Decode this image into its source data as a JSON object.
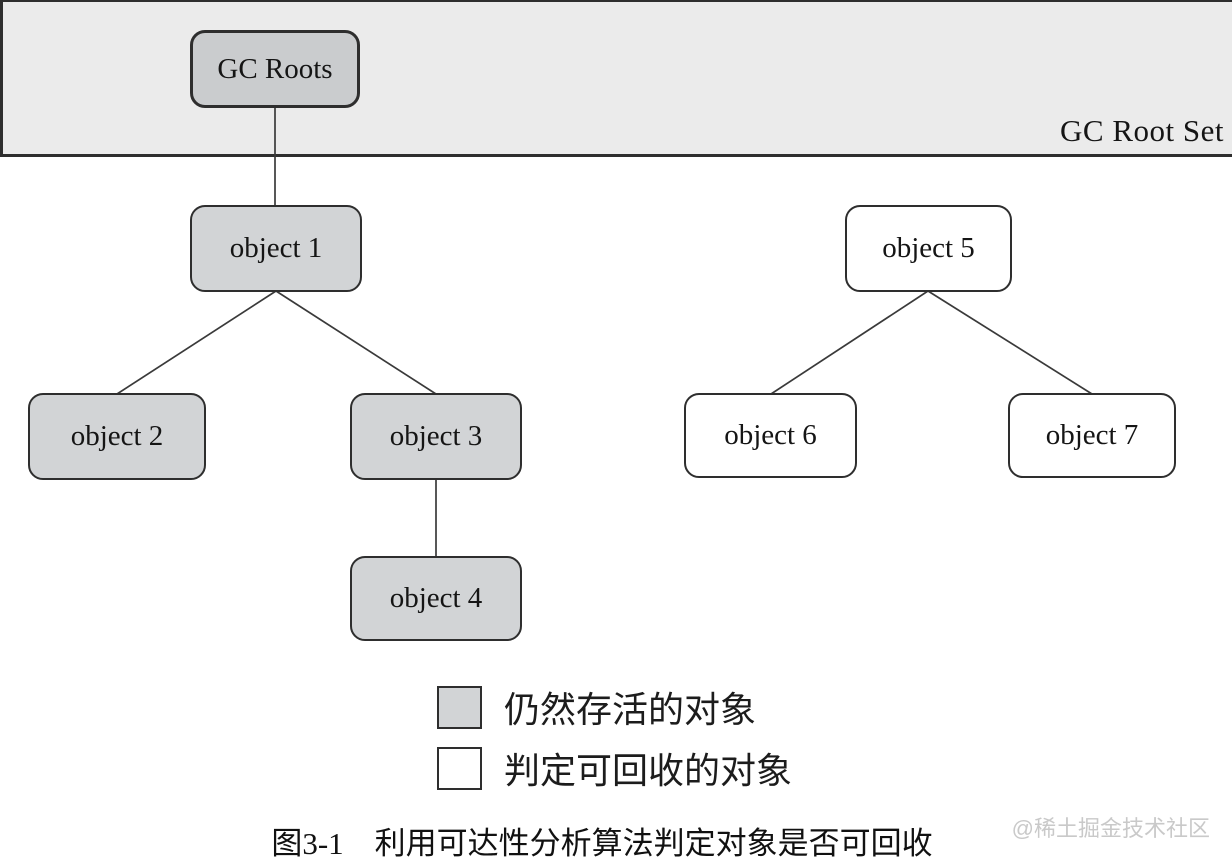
{
  "band": {
    "label": "GC Root Set"
  },
  "nodes": {
    "gc_roots": {
      "label": "GC Roots",
      "status": "root"
    },
    "object1": {
      "label": "object 1",
      "status": "alive"
    },
    "object2": {
      "label": "object 2",
      "status": "alive"
    },
    "object3": {
      "label": "object 3",
      "status": "alive"
    },
    "object4": {
      "label": "object 4",
      "status": "alive"
    },
    "object5": {
      "label": "object 5",
      "status": "recyclable"
    },
    "object6": {
      "label": "object 6",
      "status": "recyclable"
    },
    "object7": {
      "label": "object 7",
      "status": "recyclable"
    }
  },
  "edges": [
    [
      "GC Roots",
      "object 1"
    ],
    [
      "object 1",
      "object 2"
    ],
    [
      "object 1",
      "object 3"
    ],
    [
      "object 3",
      "object 4"
    ],
    [
      "object 5",
      "object 6"
    ],
    [
      "object 5",
      "object 7"
    ]
  ],
  "legend": {
    "alive_label": "仍然存活的对象",
    "recyclable_label": "判定可回收的对象"
  },
  "caption": "图3-1　利用可达性分析算法判定对象是否可回收",
  "watermark": "@稀土掘金技术社区",
  "colors": {
    "band_bg": "#ebebeb",
    "root_fill": "#caccce",
    "alive_fill": "#d2d4d6",
    "recyclable_fill": "#ffffff",
    "border": "#2e2e2e",
    "line": "#3a3a3a",
    "text": "#151515",
    "watermark": "#c9c9c9"
  }
}
